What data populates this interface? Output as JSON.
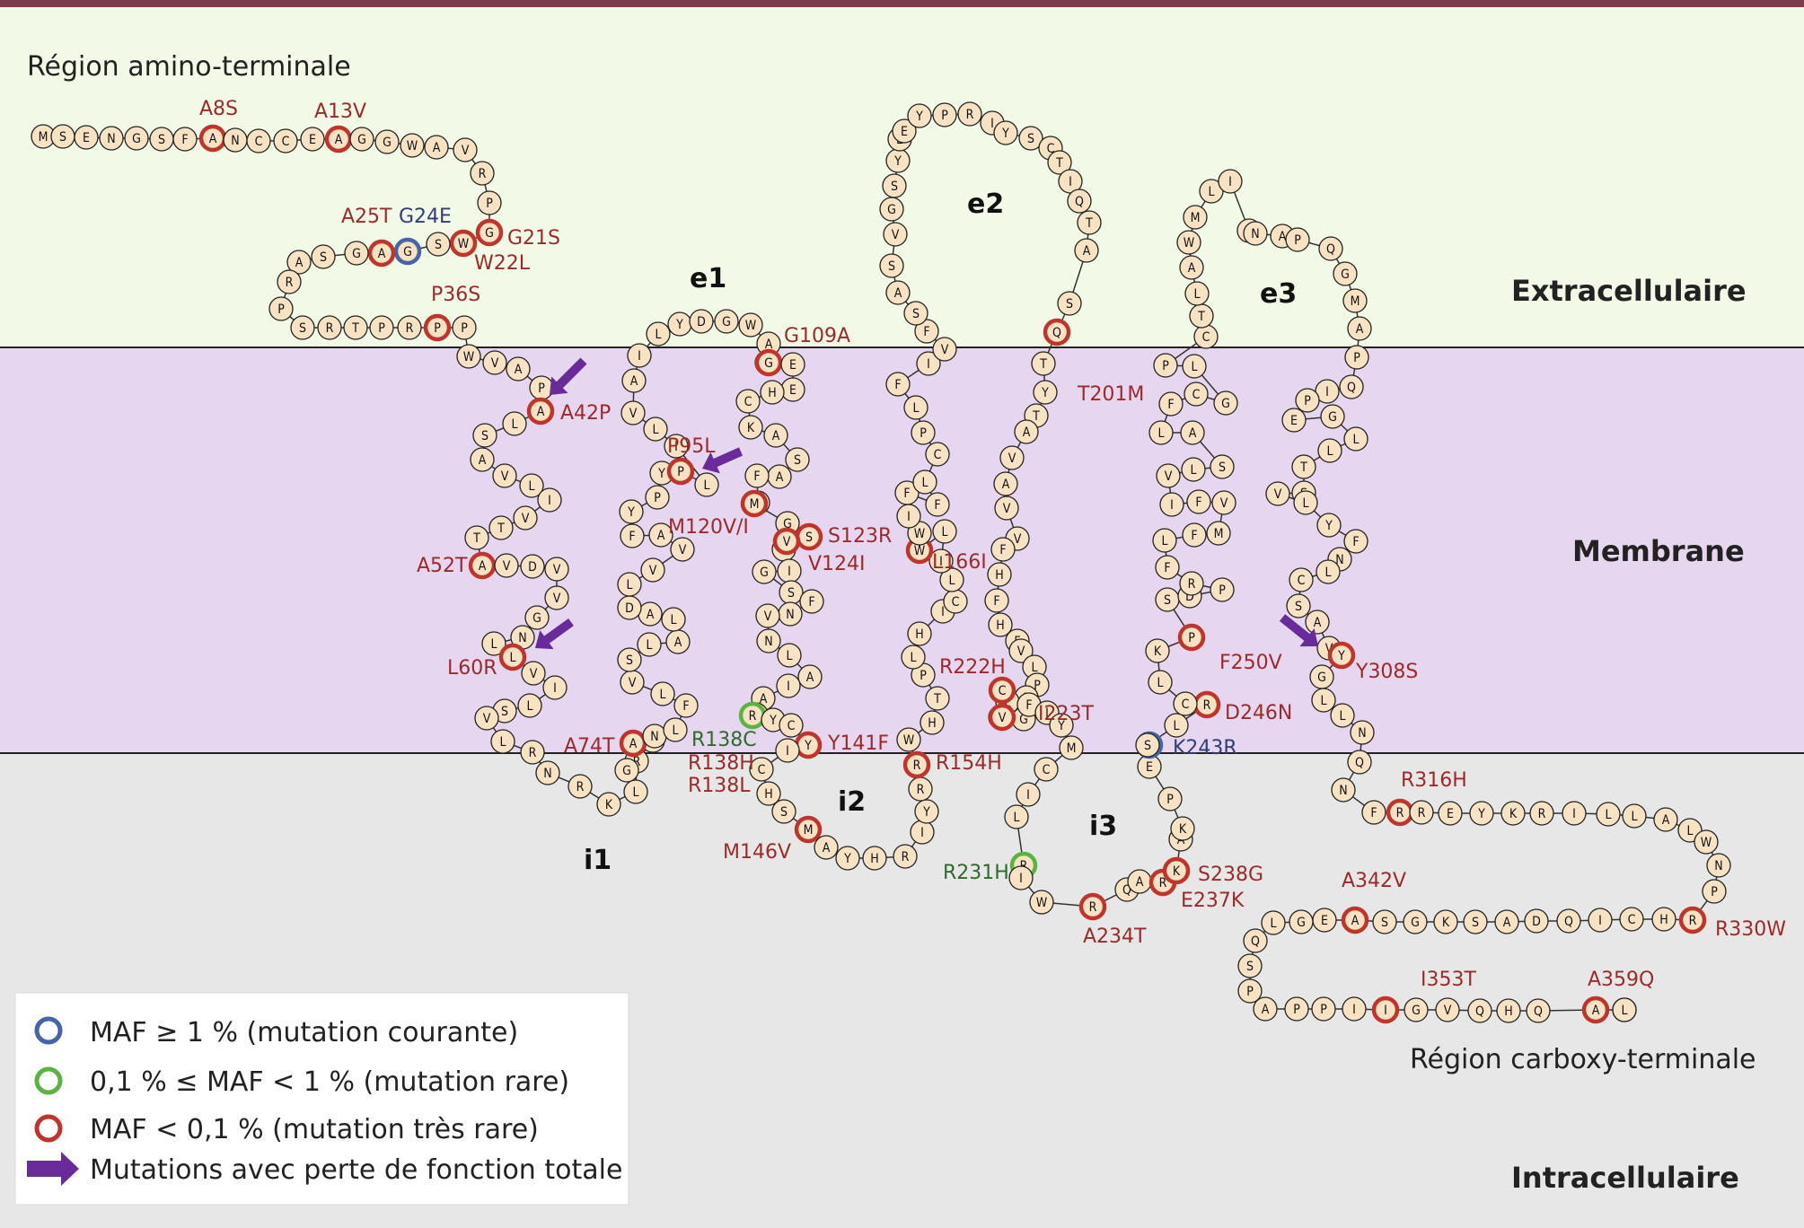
{
  "regions": {
    "extracellular": "Extracellulaire",
    "membrane": "Membrane",
    "intracellular": "Intracellulaire",
    "n_terminal": "Région amino-terminale",
    "c_terminal": "Région carboxy-terminale"
  },
  "loop_labels": [
    "e1",
    "e2",
    "e3",
    "i1",
    "i2",
    "i3"
  ],
  "colors": {
    "extracellular_bg": "#f2f9e6",
    "membrane_bg": "#e7d6ef",
    "intracellular_bg": "#e6e7e6",
    "top_border": "#7a3f48",
    "residue_fill": "#f8e2c4",
    "mutation_common": "#4565a8",
    "mutation_rare": "#5cb343",
    "mutation_very_rare": "#c0352b",
    "arrow": "#6a2b9a",
    "label_red": "#9b2a2a",
    "label_blue": "#2f3d78",
    "label_green": "#2f6b28"
  },
  "sequence": "MSENGSFANCCEAGGWAVRPGWSGAGSARPSRTPRPPWVAPALSAVLIVTTAVDVVGNLLVILSVLRNRKLRNAGNLFLVSLALADLVVAFYPYPLILVAILYDGWALGEEHCKASAFVMGLSVIGSFNVNLAIAINRYCYICHSMAYHRIYRRWHTPLHICLILWWIFFLCPLFIVFSASVGSYEEYPRIYSCTIQTASQTYTAVAVVFHFHFVLPLLSGCVFIYMCILRIWRQARKAKPESSLRCLKPSDPRFLFMVFIVLSALFCGLPCTLAWMLIPNAPQGMAPQIPEGLLTSVLYFNLCSAVYGLLNQNFRREYKRILLALWNPRHCIQDASKGSHAEGLQSPAPPIIGVQHQADAL",
  "mutation_legend": [
    {
      "type": "common",
      "text": "MAF ≥ 1 %  (mutation courante)"
    },
    {
      "type": "rare",
      "text": "0,1 % ≤  MAF < 1 % (mutation rare)"
    },
    {
      "type": "very_rare",
      "text": "MAF < 0,1 %  (mutation très rare)"
    },
    {
      "type": "arrow",
      "text": "Mutations avec perte de fonction totale"
    }
  ],
  "mutations": [
    {
      "label": "A8S",
      "class": "very_rare"
    },
    {
      "label": "A13V",
      "class": "very_rare"
    },
    {
      "label": "G21S",
      "class": "very_rare"
    },
    {
      "label": "W22L",
      "class": "very_rare"
    },
    {
      "label": "G24E",
      "class": "common"
    },
    {
      "label": "A25T",
      "class": "very_rare"
    },
    {
      "label": "P36S",
      "class": "very_rare"
    },
    {
      "label": "A42P",
      "class": "very_rare",
      "loss_of_function": true
    },
    {
      "label": "A52T",
      "class": "very_rare"
    },
    {
      "label": "L60R",
      "class": "very_rare",
      "loss_of_function": true
    },
    {
      "label": "A74T",
      "class": "very_rare"
    },
    {
      "label": "P95L",
      "class": "very_rare",
      "loss_of_function": true
    },
    {
      "label": "G109A",
      "class": "very_rare"
    },
    {
      "label": "M120V/I",
      "class": "very_rare"
    },
    {
      "label": "S123R",
      "class": "very_rare"
    },
    {
      "label": "V124I",
      "class": "very_rare"
    },
    {
      "label": "R138C",
      "class": "rare"
    },
    {
      "label": "R138H",
      "class": "very_rare"
    },
    {
      "label": "R138L",
      "class": "very_rare"
    },
    {
      "label": "Y141F",
      "class": "very_rare"
    },
    {
      "label": "M146V",
      "class": "very_rare"
    },
    {
      "label": "R154H",
      "class": "very_rare"
    },
    {
      "label": "L166I",
      "class": "very_rare"
    },
    {
      "label": "T201M",
      "class": "very_rare"
    },
    {
      "label": "R222H",
      "class": "very_rare"
    },
    {
      "label": "I223T",
      "class": "very_rare"
    },
    {
      "label": "R231H",
      "class": "rare"
    },
    {
      "label": "A234T",
      "class": "very_rare"
    },
    {
      "label": "E237K",
      "class": "very_rare"
    },
    {
      "label": "S238G",
      "class": "very_rare"
    },
    {
      "label": "K243R",
      "class": "common"
    },
    {
      "label": "D246N",
      "class": "very_rare"
    },
    {
      "label": "F250V",
      "class": "very_rare"
    },
    {
      "label": "Y308S",
      "class": "very_rare",
      "loss_of_function": true
    },
    {
      "label": "R316H",
      "class": "very_rare"
    },
    {
      "label": "R330W",
      "class": "very_rare"
    },
    {
      "label": "A342V",
      "class": "very_rare"
    },
    {
      "label": "I353T",
      "class": "very_rare"
    },
    {
      "label": "A359Q",
      "class": "very_rare"
    }
  ]
}
